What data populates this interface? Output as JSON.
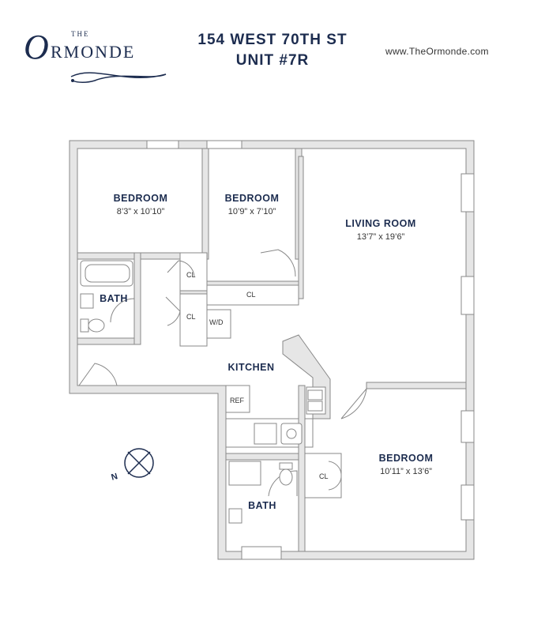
{
  "header": {
    "logo_the": "THE",
    "logo_o": "O",
    "logo_rest": "RMONDE",
    "address_line1": "154 WEST 70TH ST",
    "address_line2": "UNIT #7R",
    "website": "www.TheOrmonde.com"
  },
  "rooms": {
    "bedroom_nw": {
      "label": "BEDROOM",
      "dims": "8’3” x 10’10”"
    },
    "bedroom_n": {
      "label": "BEDROOM",
      "dims": "10’9” x 7’10”"
    },
    "living_room": {
      "label": "LIVING ROOM",
      "dims": "13’7” x 19’6”"
    },
    "bath_w": {
      "label": "BATH"
    },
    "kitchen": {
      "label": "KITCHEN"
    },
    "bedroom_se": {
      "label": "BEDROOM",
      "dims": "10’11” x 13’6”"
    },
    "bath_s": {
      "label": "BATH"
    }
  },
  "fixtures": {
    "cl_1": "CL",
    "cl_2": "CL",
    "cl_3": "CL",
    "cl_4": "CL",
    "wd": "W/D",
    "ref": "REF"
  },
  "compass": {
    "north": "N"
  },
  "colors": {
    "brand": "#1c2c4f",
    "wall": "#e6e6e6",
    "wall_line": "#777777"
  }
}
